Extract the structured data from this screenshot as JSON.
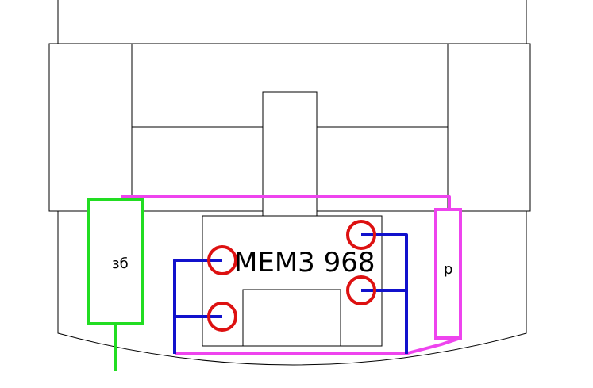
{
  "labels": {
    "chip": "MEM3 968",
    "left_component": "зб",
    "right_component": "р"
  },
  "colors": {
    "background": "#ffffff",
    "outline": "#000000",
    "green_wire": "#22dd22",
    "magenta_wire": "#ee44ee",
    "blue_wire": "#1111cc",
    "solder_pad": "#dd1111"
  }
}
